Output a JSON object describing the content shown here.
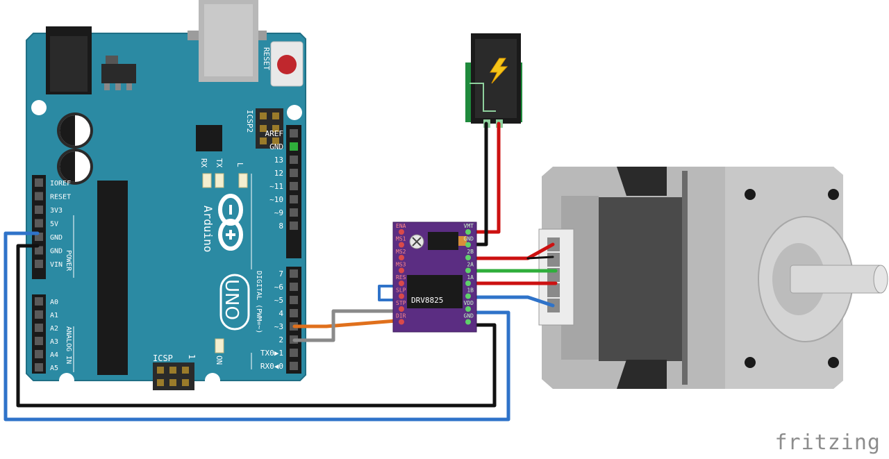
{
  "arduino": {
    "brand": "Arduino",
    "model": "UNO",
    "reset_label": "RESET",
    "icsp2_label": "ICSP2",
    "icsp_label": "ICSP",
    "icsp_pin1": "1",
    "on_label": "ON",
    "tx_label": "TX",
    "rx_label": "RX",
    "l_label": "L",
    "power_header_labels": [
      "IOREF",
      "RESET",
      "3V3",
      "5V",
      "GND",
      "GND",
      "VIN"
    ],
    "power_label": "POWER",
    "analog_header_labels": [
      "A0",
      "A1",
      "A2",
      "A3",
      "A4",
      "A5"
    ],
    "analog_label": "ANALOG IN",
    "digital_top_labels": [
      "AREF",
      "GND",
      "13",
      "12",
      "~11",
      "~10",
      "~9",
      "8"
    ],
    "digital_bottom_labels": [
      "7",
      "~6",
      "~5",
      "4",
      "~3",
      "2",
      "TX0▶1",
      "RX0◀0"
    ],
    "digital_label": "DIGITAL (PWM=~)",
    "board_color": "#2b8aa3"
  },
  "driver": {
    "chip_label": "DRV8825",
    "left_pins": [
      "ENA",
      "MS1",
      "MS2",
      "MS3",
      "RES",
      "SLP",
      "STP",
      "DIR"
    ],
    "right_pins": [
      "VMT",
      "GND",
      "2B",
      "2A",
      "1A",
      "1B",
      "VDD",
      "GND"
    ],
    "board_color": "#5b2d82"
  },
  "power_jack": {
    "icon": "lightning-icon",
    "board_color": "#1f8a3c"
  },
  "motor": {
    "type": "stepper-motor"
  },
  "wires": [
    {
      "from": "arduino.5V",
      "to": "driver.VDD",
      "color": "#2f73c9"
    },
    {
      "from": "arduino.GND",
      "to": "driver.GND",
      "color": "#111111"
    },
    {
      "from": "arduino.3",
      "to": "driver.DIR",
      "color": "#e0701c"
    },
    {
      "from": "arduino.2",
      "to": "driver.STP",
      "color": "#8a8a8a"
    },
    {
      "from": "driver.RES",
      "to": "driver.SLP",
      "color": "#2f73c9"
    },
    {
      "from": "jack.+",
      "to": "driver.VMT",
      "color": "#cc1111"
    },
    {
      "from": "jack.-",
      "to": "driver.GND",
      "color": "#111111"
    },
    {
      "from": "driver.2B",
      "to": "motor",
      "color": "#cc1111"
    },
    {
      "from": "driver.2A",
      "to": "motor",
      "color": "#2fae3b"
    },
    {
      "from": "driver.1A",
      "to": "motor",
      "color": "#cc1111"
    },
    {
      "from": "driver.1B",
      "to": "motor",
      "color": "#2f73c9"
    }
  ],
  "watermark": "fritzing"
}
